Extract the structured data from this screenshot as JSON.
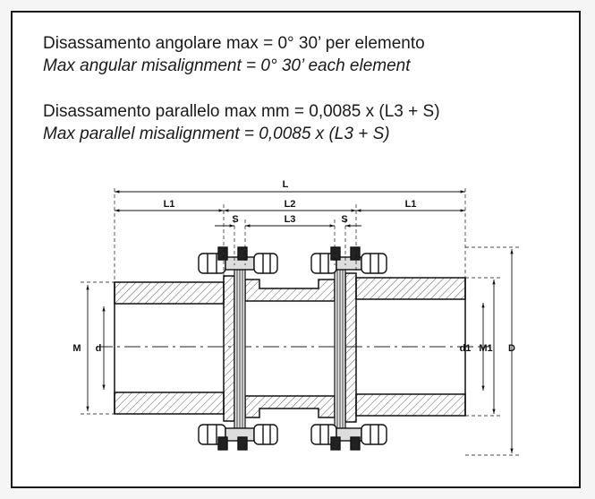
{
  "spec_angular": {
    "it": "Disassamento angolare max = 0° 30’ per elemento",
    "en": "Max angular misalignment = 0° 30’ each element"
  },
  "spec_parallel": {
    "it": "Disassamento parallelo max mm = 0,0085 x (L3 + S)",
    "en": "Max parallel misalignment = 0,0085 x (L3 + S)"
  },
  "dimensions": {
    "L": "L",
    "L1_left": "L1",
    "L1_right": "L1",
    "L2": "L2",
    "L3": "L3",
    "S_left": "S",
    "S_right": "S",
    "M": "M",
    "d": "d",
    "d1": "d1",
    "M1": "M1",
    "D": "D"
  }
}
